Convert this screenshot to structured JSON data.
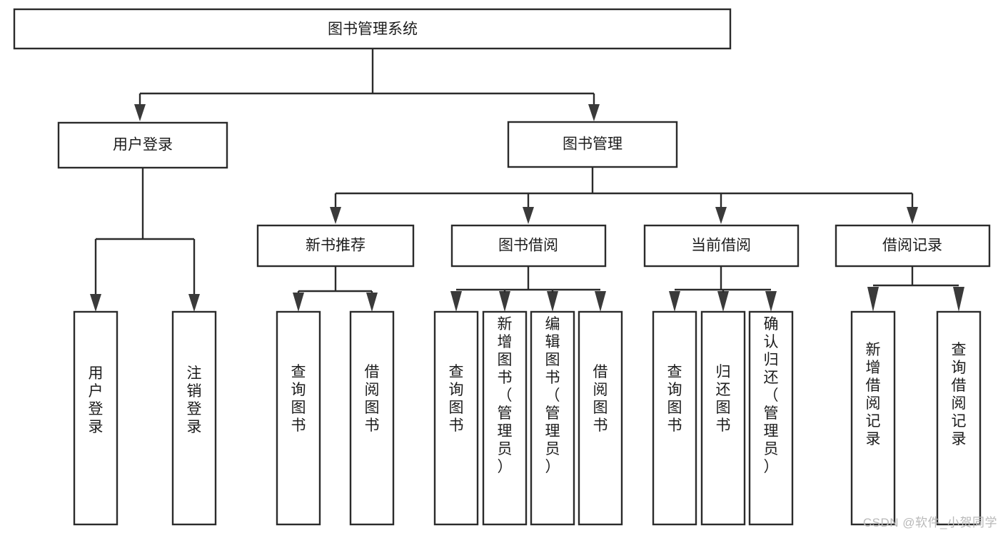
{
  "diagram": {
    "title": "图书管理系统",
    "type": "tree",
    "watermark": "CSDN @软件_小贺同学",
    "colors": {
      "box_stroke": "#2b2b2b",
      "box_fill": "#ffffff",
      "line": "#2b2b2b",
      "text": "#1c1c1c",
      "watermark": "#b9b9b9",
      "background": "#ffffff"
    },
    "levels": {
      "root": {
        "label": "图书管理系统"
      },
      "level2": [
        {
          "label": "用户登录"
        },
        {
          "label": "图书管理"
        }
      ],
      "level3": [
        {
          "label": "新书推荐"
        },
        {
          "label": "图书借阅"
        },
        {
          "label": "当前借阅"
        },
        {
          "label": "借阅记录"
        }
      ]
    },
    "leaves": {
      "user_login": [
        {
          "label": "用户登录"
        },
        {
          "label": "注销登录"
        }
      ],
      "new_book_recommend": [
        {
          "label": "查询图书"
        },
        {
          "label": "借阅图书"
        }
      ],
      "book_borrow": [
        {
          "label": "查询图书"
        },
        {
          "label": "新增图书（管理员）"
        },
        {
          "label": "编辑图书（管理员）"
        },
        {
          "label": "借阅图书"
        }
      ],
      "current_borrow": [
        {
          "label": "查询图书"
        },
        {
          "label": "归还图书"
        },
        {
          "label": "确认归还（管理员）"
        }
      ],
      "borrow_record": [
        {
          "label": "新增借阅记录"
        },
        {
          "label": "查询借阅记录"
        }
      ]
    }
  }
}
